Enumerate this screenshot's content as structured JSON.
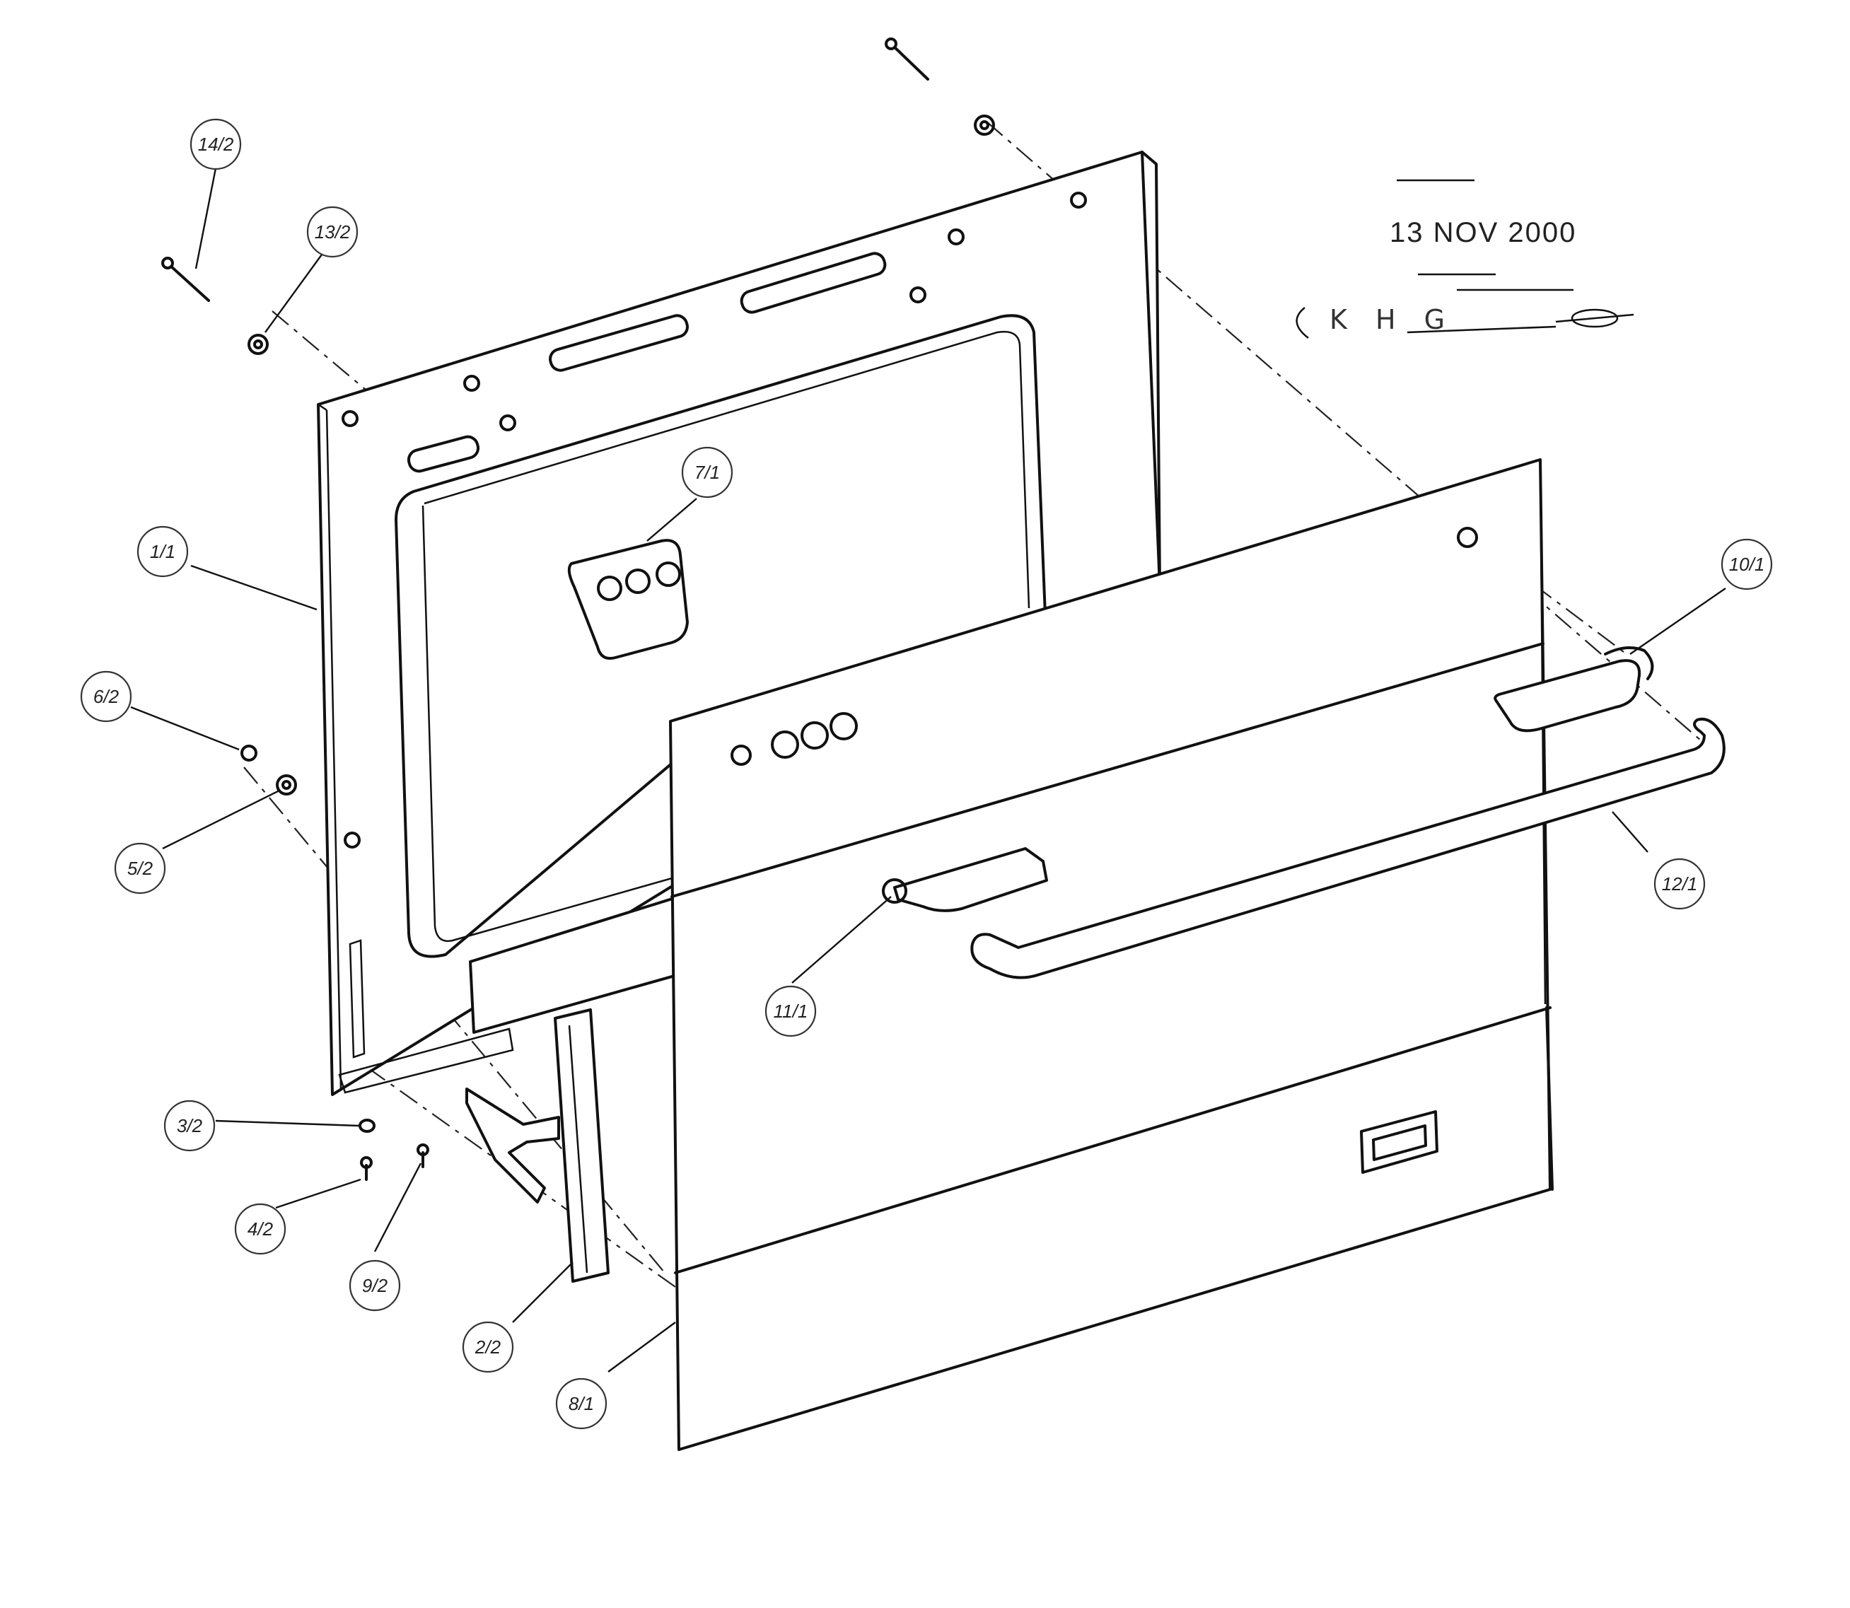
{
  "stamp": {
    "date": "13 NOV 2000",
    "initials": "K H G"
  },
  "callouts": [
    {
      "id": "c-14-2",
      "label": "14/2"
    },
    {
      "id": "c-13-2",
      "label": "13/2"
    },
    {
      "id": "c-1-1",
      "label": "1/1"
    },
    {
      "id": "c-7-1",
      "label": "7/1"
    },
    {
      "id": "c-10-1",
      "label": "10/1"
    },
    {
      "id": "c-6-2",
      "label": "6/2"
    },
    {
      "id": "c-5-2",
      "label": "5/2"
    },
    {
      "id": "c-12-1",
      "label": "12/1"
    },
    {
      "id": "c-11-1",
      "label": "11/1"
    },
    {
      "id": "c-3-2",
      "label": "3/2"
    },
    {
      "id": "c-4-2",
      "label": "4/2"
    },
    {
      "id": "c-9-2",
      "label": "9/2"
    },
    {
      "id": "c-2-2",
      "label": "2/2"
    },
    {
      "id": "c-8-1",
      "label": "8/1"
    }
  ]
}
